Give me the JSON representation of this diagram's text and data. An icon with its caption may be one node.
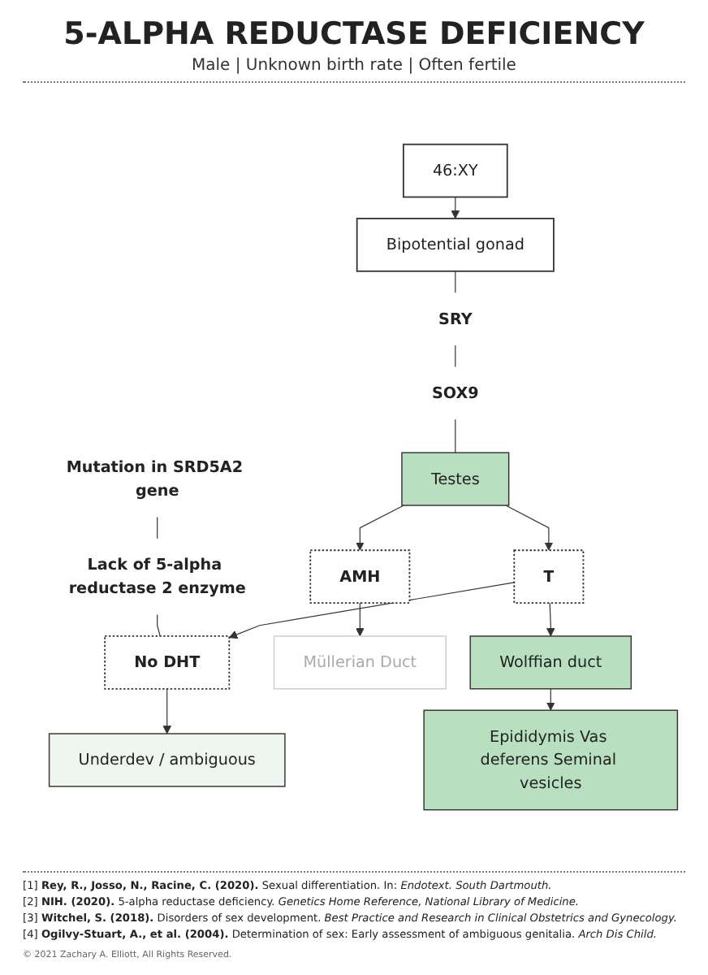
{
  "diagram": {
    "title": "5-ALPHA REDUCTASE DEFICIENCY",
    "nodes": [
      {
        "text": [
          "46:XY"
        ]
      },
      {
        "text": [
          "Bipotential gonad"
        ]
      },
      {
        "text": [
          "SRY"
        ]
      },
      {
        "text": [
          "SOX9"
        ]
      },
      {
        "text": [
          "Testes"
        ]
      },
      {
        "text": [
          "Mutation in SRD5A2 gene"
        ]
      },
      {
        "text": [
          "Lack of 5-alpha reductase 2 enzyme"
        ]
      },
      {
        "text": [
          "AMH"
        ]
      },
      {
        "text": [
          "T"
        ]
      },
      {
        "text": [
          "No DHT"
        ]
      },
      {
        "text": [
          "Müllerian Duct"
        ]
      },
      {
        "text": [
          "Wolffian duct"
        ]
      },
      {
        "text": [
          "Epididymis Vas deferens Seminal vesicles"
        ]
      },
      {
        "text": [
          "Underdev / ambiguous"
        ]
      }
    ],
    "edges": [
      {
        "from": 0,
        "to": 1,
        "arrow": "to"
      },
      {
        "from": 1,
        "to": 2,
        "arrow": "none"
      },
      {
        "from": 2,
        "to": 3,
        "arrow": "none"
      },
      {
        "from": 3,
        "to": 4,
        "arrow": "none"
      },
      {
        "from": 4,
        "to": 7,
        "arrow": "to"
      },
      {
        "from": 4,
        "to": 8,
        "arrow": "to"
      },
      {
        "from": 5,
        "to": 6,
        "arrow": "none"
      },
      {
        "from": 6,
        "to": 9,
        "arrow": "none"
      },
      {
        "from": 8,
        "to": 9,
        "arrow": "to"
      },
      {
        "from": 7,
        "to": 10,
        "arrow": "to"
      },
      {
        "from": 8,
        "to": 11,
        "arrow": "to"
      },
      {
        "from": 11,
        "to": 12,
        "arrow": "to"
      },
      {
        "from": 9,
        "to": 13,
        "arrow": "to"
      }
    ],
    "labels": [
      "Male | Unknown birth rate | Often fertile",
      "[1] **Rey, R., Josso, N., Racine, C. (2020).** Sexual differentiation. In: *Endotext. South Dartmouth.*",
      "[2] **NIH. (2020).** 5-alpha reductase deficiency. *Genetics Home Reference, National Library of Medicine.*",
      "[3] **Witchel, S. (2018).** Disorders of sex development. *Best Practice and Research in Clinical Obstetrics and Gynecology.*",
      "[4] **Ogilvy-Stuart, A., et al. (2004).** Determination of sex: Early assessment of ambiguous genitalia. *Arch Dis Child.*",
      "© 2021 Zachary A. Elliott, All Rights Reserved."
    ]
  }
}
